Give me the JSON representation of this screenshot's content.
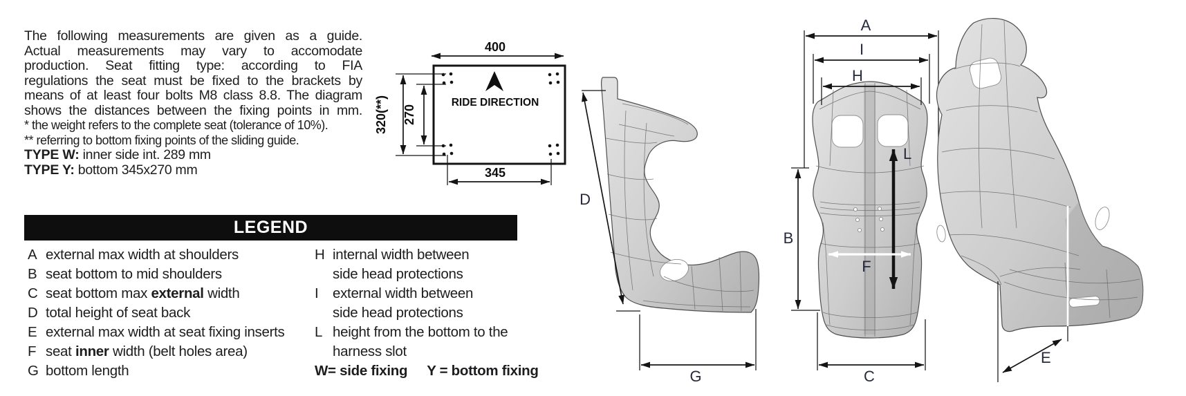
{
  "intro": {
    "lines": [
      "The following measurements are given as a guide.",
      "Actual measurements may vary to accomodate",
      "production. Seat fitting type: according to FIA",
      "regulations the seat must be fixed to the brackets by",
      "means of at least four bolts M8 class 8.8. The diagram",
      "shows the distances between the fixing points in mm."
    ],
    "note1": "* the weight refers to the complete seat (tolerance of 10%).",
    "note2": "** referring to bottom fixing points of the sliding guide.",
    "type_w_label": "TYPE W:",
    "type_w_text": " inner side int. 289 mm",
    "type_y_label": "TYPE Y:",
    "type_y_text": " bottom 345x270 mm"
  },
  "fixing": {
    "width_top": "400",
    "width_bottom": "345",
    "height_inner": "270",
    "height_outer": "320(**)",
    "ride_direction": "RIDE DIRECTION"
  },
  "legend": {
    "title": "LEGEND",
    "items": [
      {
        "letter": "A",
        "pre": "external max width at shoulders",
        "bold": "",
        "post": ""
      },
      {
        "letter": "B",
        "pre": "seat bottom to mid shoulders",
        "bold": "",
        "post": ""
      },
      {
        "letter": "C",
        "pre": "seat bottom max ",
        "bold": "external",
        "post": " width"
      },
      {
        "letter": "D",
        "pre": "total height of seat back",
        "bold": "",
        "post": ""
      },
      {
        "letter": "E",
        "pre": "external max width at seat fixing inserts",
        "bold": "",
        "post": ""
      },
      {
        "letter": "F",
        "pre": "seat ",
        "bold": "inner",
        "post": " width (belt holes area)"
      },
      {
        "letter": "G",
        "pre": "bottom length",
        "bold": "",
        "post": ""
      }
    ],
    "right_items": [
      {
        "letter": "H",
        "line1": "internal width between",
        "line2": "side head protections"
      },
      {
        "letter": "I",
        "line1": "external width between",
        "line2": "side head protections"
      },
      {
        "letter": "L",
        "line1": "height from the bottom to the",
        "line2": "harness slot"
      }
    ],
    "fixing_w": "W= side fixing",
    "fixing_y": "Y = bottom fixing"
  },
  "dims": {
    "a": "A",
    "b": "B",
    "c": "C",
    "d": "D",
    "e": "E",
    "f": "F",
    "g": "G",
    "h": "H",
    "i": "I",
    "l": "L"
  },
  "colors": {
    "ink": "#1d1d1f",
    "legend_bar": "#0e0e0e",
    "dim_label": "#262a3c",
    "seat_light": "#e0e0e0",
    "seat_dark": "#b0b0b0"
  }
}
